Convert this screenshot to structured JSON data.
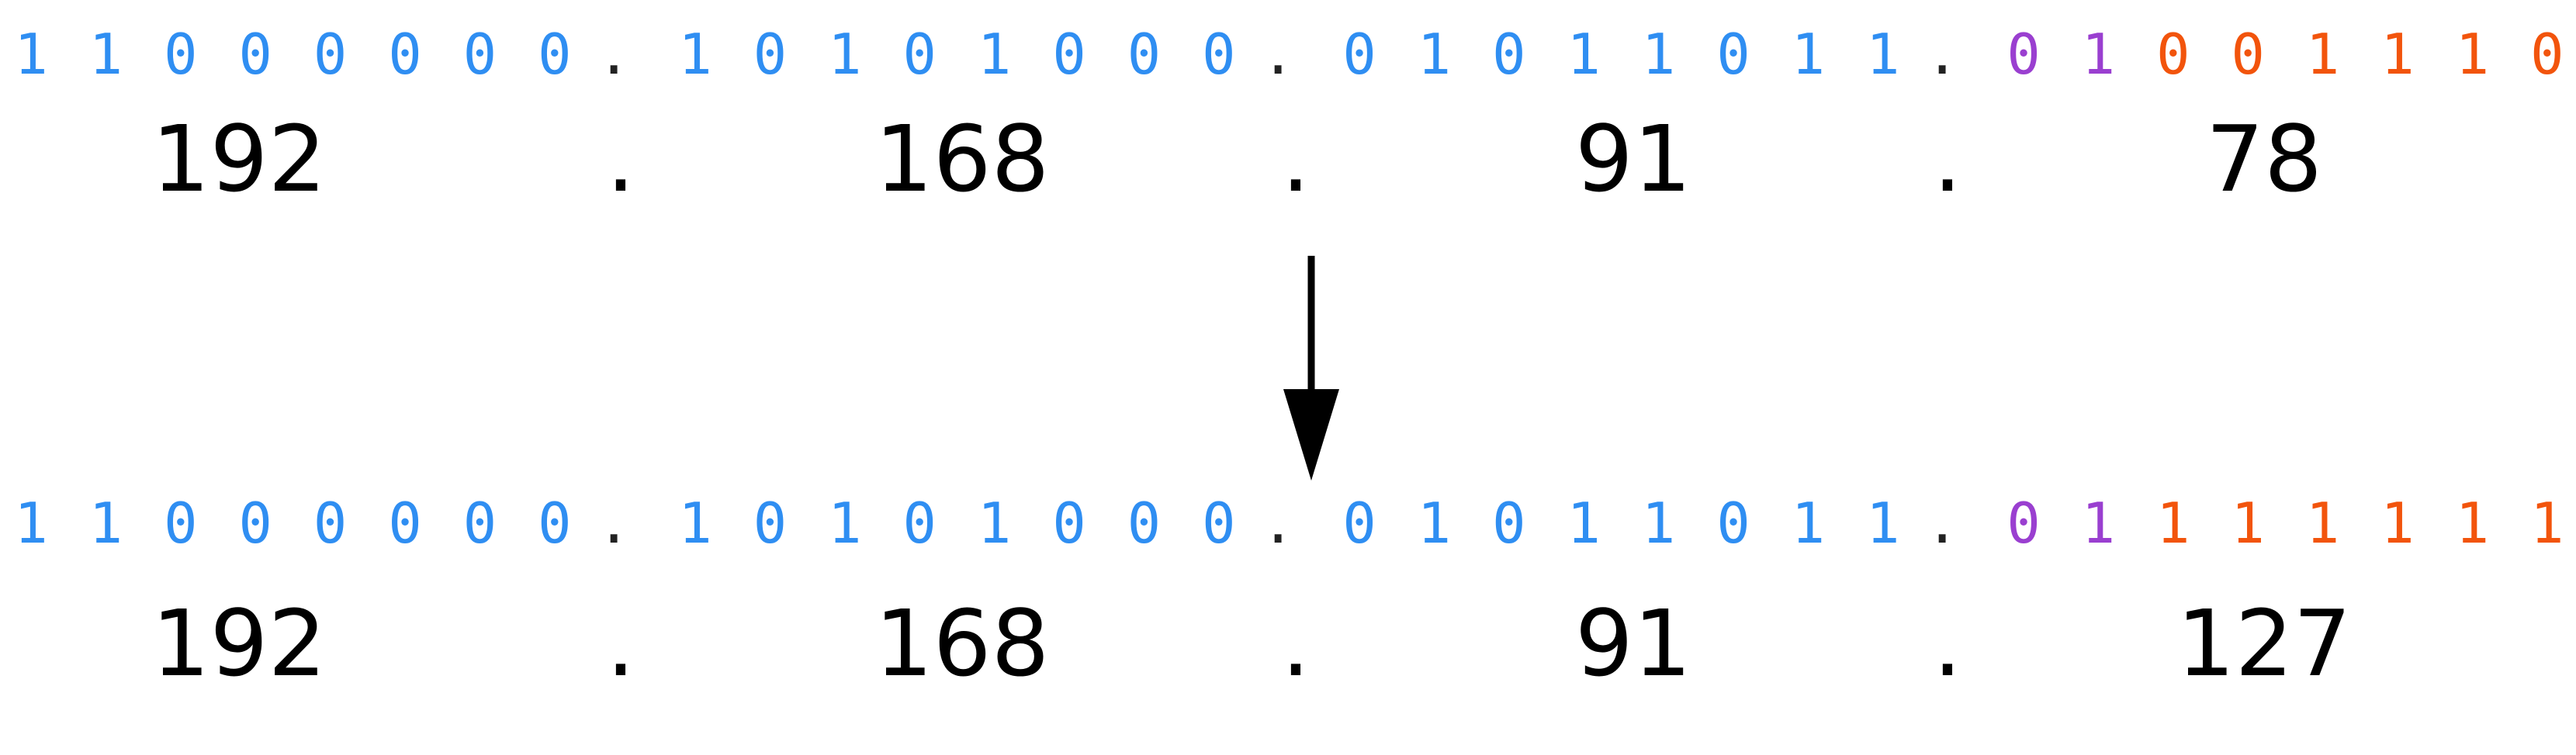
{
  "colors": {
    "network_bit": "#2f8ef2",
    "subnet_bit": "#9a3fd0",
    "host_bit": "#f2540c",
    "separator": "#222222",
    "decimal": "#000000",
    "arrow": "#000000"
  },
  "before": {
    "octets": [
      {
        "bits": [
          {
            "v": "1",
            "role": "network"
          },
          {
            "v": "1",
            "role": "network"
          },
          {
            "v": "0",
            "role": "network"
          },
          {
            "v": "0",
            "role": "network"
          },
          {
            "v": "0",
            "role": "network"
          },
          {
            "v": "0",
            "role": "network"
          },
          {
            "v": "0",
            "role": "network"
          },
          {
            "v": "0",
            "role": "network"
          }
        ],
        "decimal": "192"
      },
      {
        "bits": [
          {
            "v": "1",
            "role": "network"
          },
          {
            "v": "0",
            "role": "network"
          },
          {
            "v": "1",
            "role": "network"
          },
          {
            "v": "0",
            "role": "network"
          },
          {
            "v": "1",
            "role": "network"
          },
          {
            "v": "0",
            "role": "network"
          },
          {
            "v": "0",
            "role": "network"
          },
          {
            "v": "0",
            "role": "network"
          }
        ],
        "decimal": "168"
      },
      {
        "bits": [
          {
            "v": "0",
            "role": "network"
          },
          {
            "v": "1",
            "role": "network"
          },
          {
            "v": "0",
            "role": "network"
          },
          {
            "v": "1",
            "role": "network"
          },
          {
            "v": "1",
            "role": "network"
          },
          {
            "v": "0",
            "role": "network"
          },
          {
            "v": "1",
            "role": "network"
          },
          {
            "v": "1",
            "role": "network"
          }
        ],
        "decimal": "91"
      },
      {
        "bits": [
          {
            "v": "0",
            "role": "subnet"
          },
          {
            "v": "1",
            "role": "subnet"
          },
          {
            "v": "0",
            "role": "host"
          },
          {
            "v": "0",
            "role": "host"
          },
          {
            "v": "1",
            "role": "host"
          },
          {
            "v": "1",
            "role": "host"
          },
          {
            "v": "1",
            "role": "host"
          },
          {
            "v": "0",
            "role": "host"
          }
        ],
        "decimal": "78"
      }
    ],
    "separator": "."
  },
  "after": {
    "octets": [
      {
        "bits": [
          {
            "v": "1",
            "role": "network"
          },
          {
            "v": "1",
            "role": "network"
          },
          {
            "v": "0",
            "role": "network"
          },
          {
            "v": "0",
            "role": "network"
          },
          {
            "v": "0",
            "role": "network"
          },
          {
            "v": "0",
            "role": "network"
          },
          {
            "v": "0",
            "role": "network"
          },
          {
            "v": "0",
            "role": "network"
          }
        ],
        "decimal": "192"
      },
      {
        "bits": [
          {
            "v": "1",
            "role": "network"
          },
          {
            "v": "0",
            "role": "network"
          },
          {
            "v": "1",
            "role": "network"
          },
          {
            "v": "0",
            "role": "network"
          },
          {
            "v": "1",
            "role": "network"
          },
          {
            "v": "0",
            "role": "network"
          },
          {
            "v": "0",
            "role": "network"
          },
          {
            "v": "0",
            "role": "network"
          }
        ],
        "decimal": "168"
      },
      {
        "bits": [
          {
            "v": "0",
            "role": "network"
          },
          {
            "v": "1",
            "role": "network"
          },
          {
            "v": "0",
            "role": "network"
          },
          {
            "v": "1",
            "role": "network"
          },
          {
            "v": "1",
            "role": "network"
          },
          {
            "v": "0",
            "role": "network"
          },
          {
            "v": "1",
            "role": "network"
          },
          {
            "v": "1",
            "role": "network"
          }
        ],
        "decimal": "91"
      },
      {
        "bits": [
          {
            "v": "0",
            "role": "subnet"
          },
          {
            "v": "1",
            "role": "subnet"
          },
          {
            "v": "1",
            "role": "host"
          },
          {
            "v": "1",
            "role": "host"
          },
          {
            "v": "1",
            "role": "host"
          },
          {
            "v": "1",
            "role": "host"
          },
          {
            "v": "1",
            "role": "host"
          },
          {
            "v": "1",
            "role": "host"
          }
        ],
        "decimal": "127"
      }
    ],
    "separator": "."
  },
  "arrow_icon": "down-arrow-icon"
}
